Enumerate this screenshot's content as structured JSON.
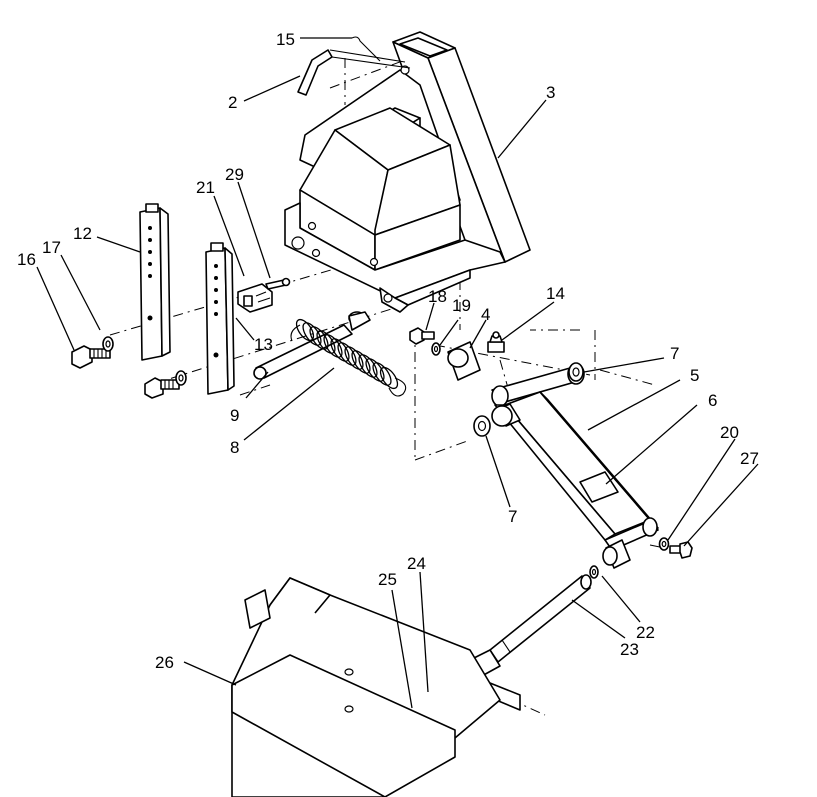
{
  "callouts": {
    "c15": "15",
    "c2": "2",
    "c3": "3",
    "c21": "21",
    "c29": "29",
    "c12": "12",
    "c17": "17",
    "c16": "16",
    "c13": "13",
    "c9": "9",
    "c8": "8",
    "c18": "18",
    "c19": "19",
    "c4": "4",
    "c14": "14",
    "c7a": "7",
    "c5": "5",
    "c6": "6",
    "c7b": "7",
    "c20": "20",
    "c27": "27",
    "c22": "22",
    "c23": "23",
    "c24": "24",
    "c25": "25",
    "c26": "26"
  }
}
